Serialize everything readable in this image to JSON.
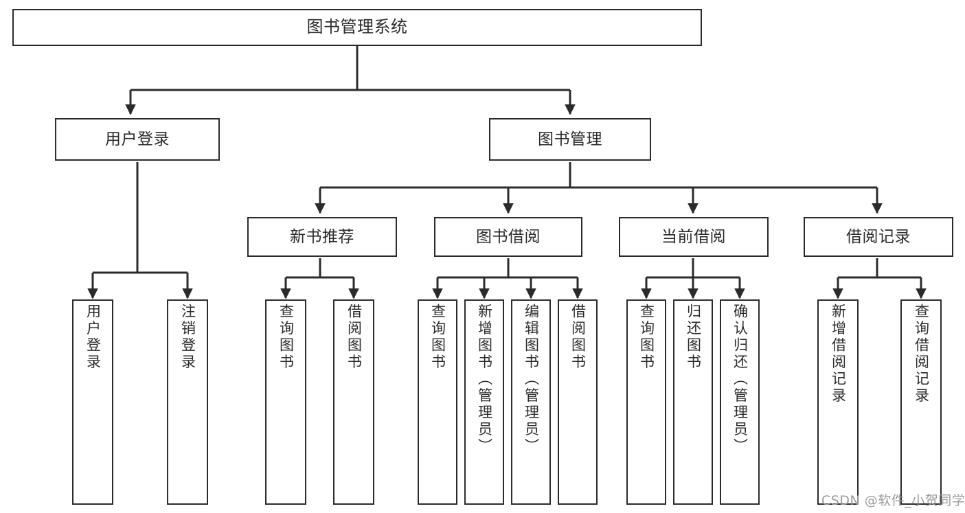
{
  "diagram": {
    "type": "tree-hierarchy-chart",
    "title": "图书管理系统",
    "stroke_color": "#2b2b2b",
    "fill_color": "#ffffff",
    "levels": {
      "root": {
        "id": "root",
        "label": "图书管理系统",
        "orientation": "horizontal"
      },
      "level2": [
        {
          "id": "user-login",
          "label": "用户登录",
          "orientation": "horizontal"
        },
        {
          "id": "book-management",
          "label": "图书管理",
          "orientation": "horizontal"
        }
      ],
      "level3": [
        {
          "id": "new-book-recommend",
          "label": "新书推荐",
          "orientation": "horizontal",
          "parent": "book-management"
        },
        {
          "id": "book-borrow",
          "label": "图书借阅",
          "orientation": "horizontal",
          "parent": "book-management"
        },
        {
          "id": "current-borrow",
          "label": "当前借阅",
          "orientation": "horizontal",
          "parent": "book-management"
        },
        {
          "id": "borrow-record",
          "label": "借阅记录",
          "orientation": "horizontal",
          "parent": "book-management"
        }
      ],
      "leaves": [
        {
          "id": "leaf-user-login",
          "label": "用户登录",
          "parent": "user-login",
          "orientation": "vertical"
        },
        {
          "id": "leaf-user-logout",
          "label": "注销登录",
          "parent": "user-login",
          "orientation": "vertical"
        },
        {
          "id": "leaf-query-book-1",
          "label": "查询图书",
          "parent": "new-book-recommend",
          "orientation": "vertical"
        },
        {
          "id": "leaf-borrow-book-1",
          "label": "借阅图书",
          "parent": "new-book-recommend",
          "orientation": "vertical"
        },
        {
          "id": "leaf-query-book-2",
          "label": "查询图书",
          "parent": "book-borrow",
          "orientation": "vertical"
        },
        {
          "id": "leaf-add-book",
          "label": "新增图书（管理员）",
          "parent": "book-borrow",
          "orientation": "vertical"
        },
        {
          "id": "leaf-edit-book",
          "label": "编辑图书（管理员）",
          "parent": "book-borrow",
          "orientation": "vertical"
        },
        {
          "id": "leaf-borrow-book-2",
          "label": "借阅图书",
          "parent": "book-borrow",
          "orientation": "vertical"
        },
        {
          "id": "leaf-query-book-3",
          "label": "查询图书",
          "parent": "current-borrow",
          "orientation": "vertical"
        },
        {
          "id": "leaf-return-book",
          "label": "归还图书",
          "parent": "current-borrow",
          "orientation": "vertical"
        },
        {
          "id": "leaf-confirm-return",
          "label": "确认归还（管理员）",
          "parent": "current-borrow",
          "orientation": "vertical"
        },
        {
          "id": "leaf-add-record",
          "label": "新增借阅记录",
          "parent": "borrow-record",
          "orientation": "vertical"
        },
        {
          "id": "leaf-query-record",
          "label": "查询借阅记录",
          "parent": "borrow-record",
          "orientation": "vertical"
        }
      ]
    }
  },
  "watermark": {
    "text": "CSDN @软件_小贺同学"
  }
}
